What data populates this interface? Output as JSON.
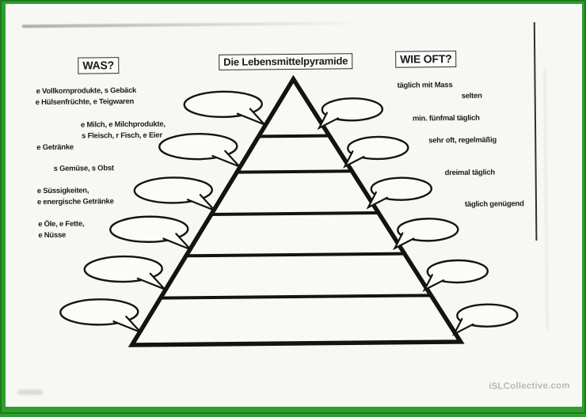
{
  "worksheet": {
    "headers": {
      "left": "WAS?",
      "title": "Die Lebensmittelpyramide",
      "right": "WIE OFT?"
    },
    "left_labels": [
      "e Vollkornprodukte, s Gebäck",
      "e Hülsenfrüchte, e Teigwaren",
      "e Milch, e Milchprodukte,",
      "s Fleisch, r Fisch, e Eier",
      "e Getränke",
      "s Gemüse, s Obst",
      "e Süssigkeiten,",
      "e energische Getränke",
      "e Öle, e Fette,",
      "e Nüsse"
    ],
    "right_labels": [
      "täglich mit Mass",
      "selten",
      "min. fünfmal täglich",
      "sehr oft, regelmäßig",
      "dreimal täglich",
      "täglich genügend"
    ],
    "diagram": {
      "type": "pyramid",
      "levels": 6,
      "left_speech_bubbles": 6,
      "right_speech_bubbles": 6,
      "bubbles_empty": true
    },
    "watermark": "iSLCollective.com",
    "colors": {
      "frame_green": "#2f9e2f",
      "frame_green_dark": "#1d7a1d",
      "paper": "#f7f7f4",
      "ink": "#1d1d1d",
      "watermark_gray": "#b9b9b9"
    }
  }
}
